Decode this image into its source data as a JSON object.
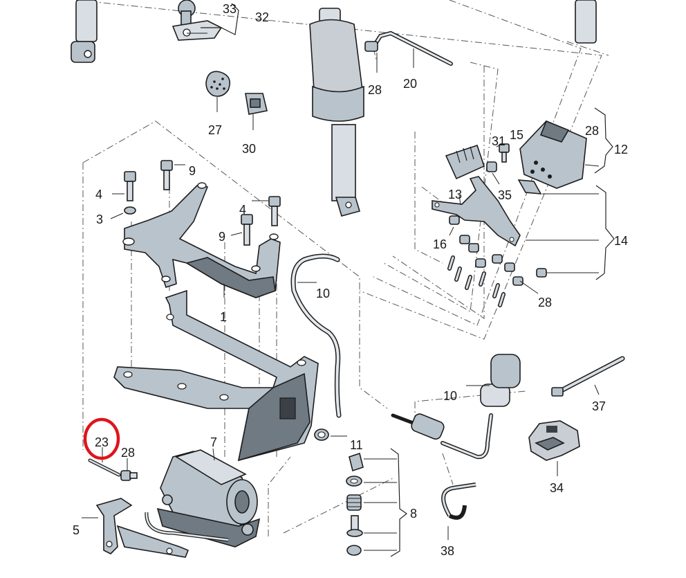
{
  "diagram": {
    "labels": {
      "p33": "33",
      "p32": "32",
      "p27": "27",
      "p30": "30",
      "p20": "20",
      "p28a": "28",
      "p4a": "4",
      "p3": "3",
      "p9a": "9",
      "p4b": "4",
      "p9b": "9",
      "p1": "1",
      "p10a": "10",
      "p31": "31",
      "p15": "15",
      "p28b": "28",
      "p12": "12",
      "p13": "13",
      "p35": "35",
      "p16": "16",
      "p14": "14",
      "p28c": "28",
      "p10b": "10",
      "p37": "37",
      "p23": "23",
      "p28d": "28",
      "p7": "7",
      "p11": "11",
      "p8": "8",
      "p5": "5",
      "p34": "34",
      "p38": "38"
    },
    "highlighted_part": "23",
    "colors": {
      "highlight": "#e0141b",
      "metal": "#b9c3cc",
      "ink": "#1c1c1c"
    }
  }
}
